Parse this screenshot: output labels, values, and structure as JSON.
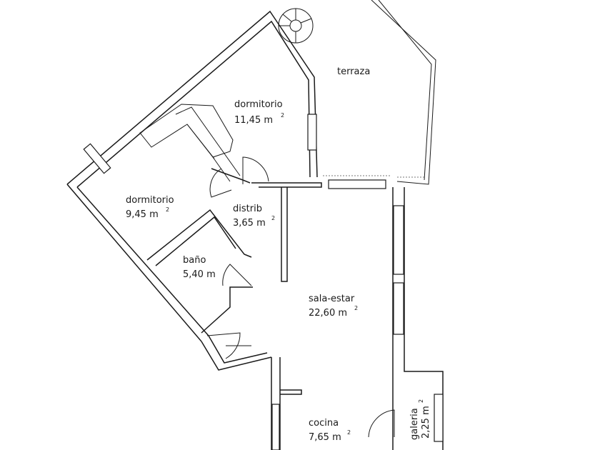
{
  "rooms": {
    "terraza": {
      "label": "terraza",
      "area": "",
      "unit": ""
    },
    "dormitorio_1": {
      "label": "dormitorio",
      "area": "11,45 m",
      "unit": "2"
    },
    "dormitorio_2": {
      "label": "dormitorio",
      "area": "9,45 m",
      "unit": "2"
    },
    "distrib": {
      "label": "distrib",
      "area": "3,65 m",
      "unit": "2"
    },
    "bano": {
      "label": "baño",
      "area": "5,40 m",
      "unit": ""
    },
    "sala_estar": {
      "label": "sala-estar",
      "area": "22,60 m",
      "unit": "2"
    },
    "cocina": {
      "label": "cocina",
      "area": "7,65 m",
      "unit": "2"
    },
    "galeria": {
      "label": "galeria",
      "area": "2,25 m",
      "unit": "2"
    }
  },
  "colors": {
    "line": "#1a1a1a",
    "background": "#ffffff",
    "dashed": "#777777"
  }
}
